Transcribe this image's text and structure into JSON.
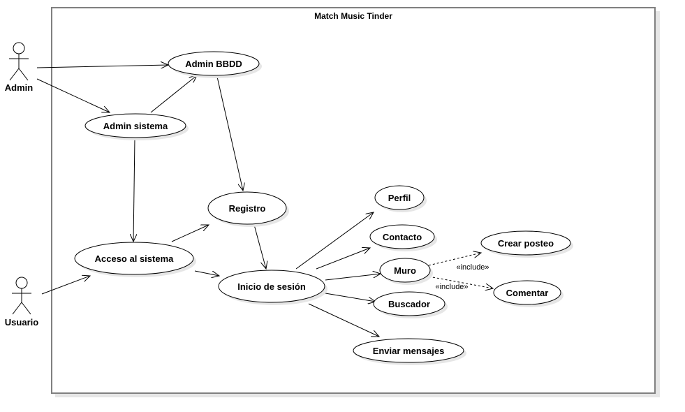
{
  "system": {
    "title": "Match Music Tinder"
  },
  "actors": {
    "admin": "Admin",
    "usuario": "Usuario"
  },
  "use_cases": {
    "admin_bbdd": "Admin BBDD",
    "admin_sistema": "Admin sistema",
    "registro": "Registro",
    "acceso": "Acceso al sistema",
    "inicio_sesion": "Inicio de sesión",
    "perfil": "Perfil",
    "contacto": "Contacto",
    "muro": "Muro",
    "buscador": "Buscador",
    "enviar_mensajes": "Enviar mensajes",
    "crear_posteo": "Crear posteo",
    "comentar": "Comentar"
  },
  "relations": {
    "include_1": "«include»",
    "include_2": "«include»"
  },
  "colors": {
    "stroke": "#000000",
    "border": "#808080",
    "shadow": "#e6e6e6"
  }
}
